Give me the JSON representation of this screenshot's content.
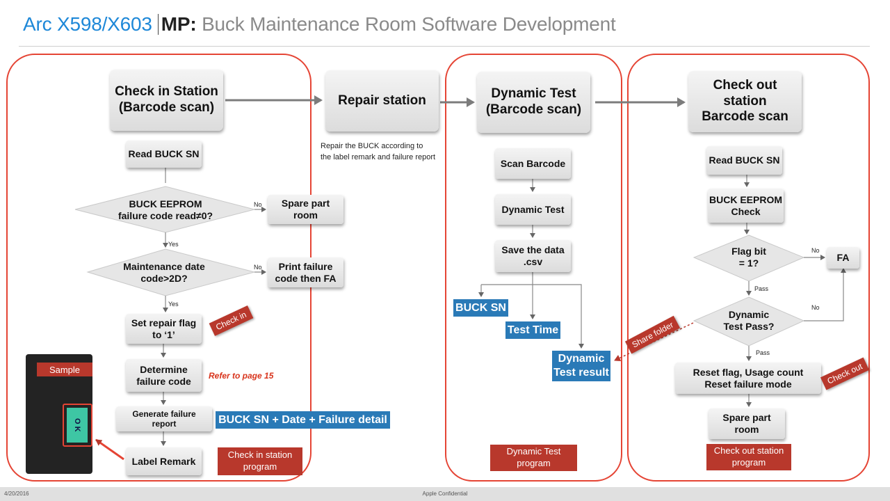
{
  "header": {
    "title_part1": "Arc X598/X603",
    "title_part2": "MP:",
    "title_part3": "Buck Maintenance Room Software Development"
  },
  "stations": {
    "checkin": "Check in Station\n(Barcode scan)",
    "repair": "Repair station",
    "dynamic": "Dynamic Test\n(Barcode scan)",
    "checkout": "Check out\nstation\nBarcode scan"
  },
  "checkin_flow": {
    "read_sn": "Read BUCK SN",
    "eeprom_decision": "BUCK EEPROM\nfailure code read≠0?",
    "spare_room": "Spare part\nroom",
    "date_decision": "Maintenance date\ncode>2D?",
    "print_failure": "Print failure\ncode then FA",
    "set_flag": "Set repair flag\nto ‘1’",
    "determine": "Determine\nfailure code",
    "generate": "Generate failure\nreport",
    "label_remark": "Label Remark",
    "no1": "No",
    "yes1": "Yes",
    "no2": "No",
    "yes2": "Yes",
    "refer": "Refer to page 15",
    "report_tag": "BUCK SN + Date + Failure detail",
    "program": "Check in station\nprogram",
    "stamp": "Check in",
    "sample_label": "Sample",
    "sample_ok": "O K"
  },
  "repair_note": "Repair the BUCK according to\nthe label remark and failure report",
  "dynamic_flow": {
    "scan": "Scan Barcode",
    "test": "Dynamic Test",
    "save": "Save the data\n.csv",
    "tag_sn": "BUCK SN",
    "tag_time": "Test Time",
    "tag_result": "Dynamic\nTest result",
    "program": "Dynamic Test\nprogram",
    "share_folder": "Share folder"
  },
  "checkout_flow": {
    "read_sn": "Read BUCK SN",
    "eeprom_check": "BUCK EEPROM\nCheck",
    "flag_decision": "Flag bit\n= 1?",
    "fa": "FA",
    "dyn_decision": "Dynamic\nTest Pass?",
    "reset": "Reset flag, Usage count\nReset failure mode",
    "spare_room": "Spare part\nroom",
    "no1": "No",
    "pass1": "Pass",
    "no2": "No",
    "pass2": "Pass",
    "stamp": "Check out",
    "program": "Check out station\nprogram"
  },
  "footer": {
    "date": "4/20/2016",
    "confidential": "Apple Confidential"
  },
  "colors": {
    "accent_blue": "#1e88d8",
    "tag_blue": "#2a7ab7",
    "tag_red": "#b8382c",
    "outline_red": "#e54434"
  }
}
